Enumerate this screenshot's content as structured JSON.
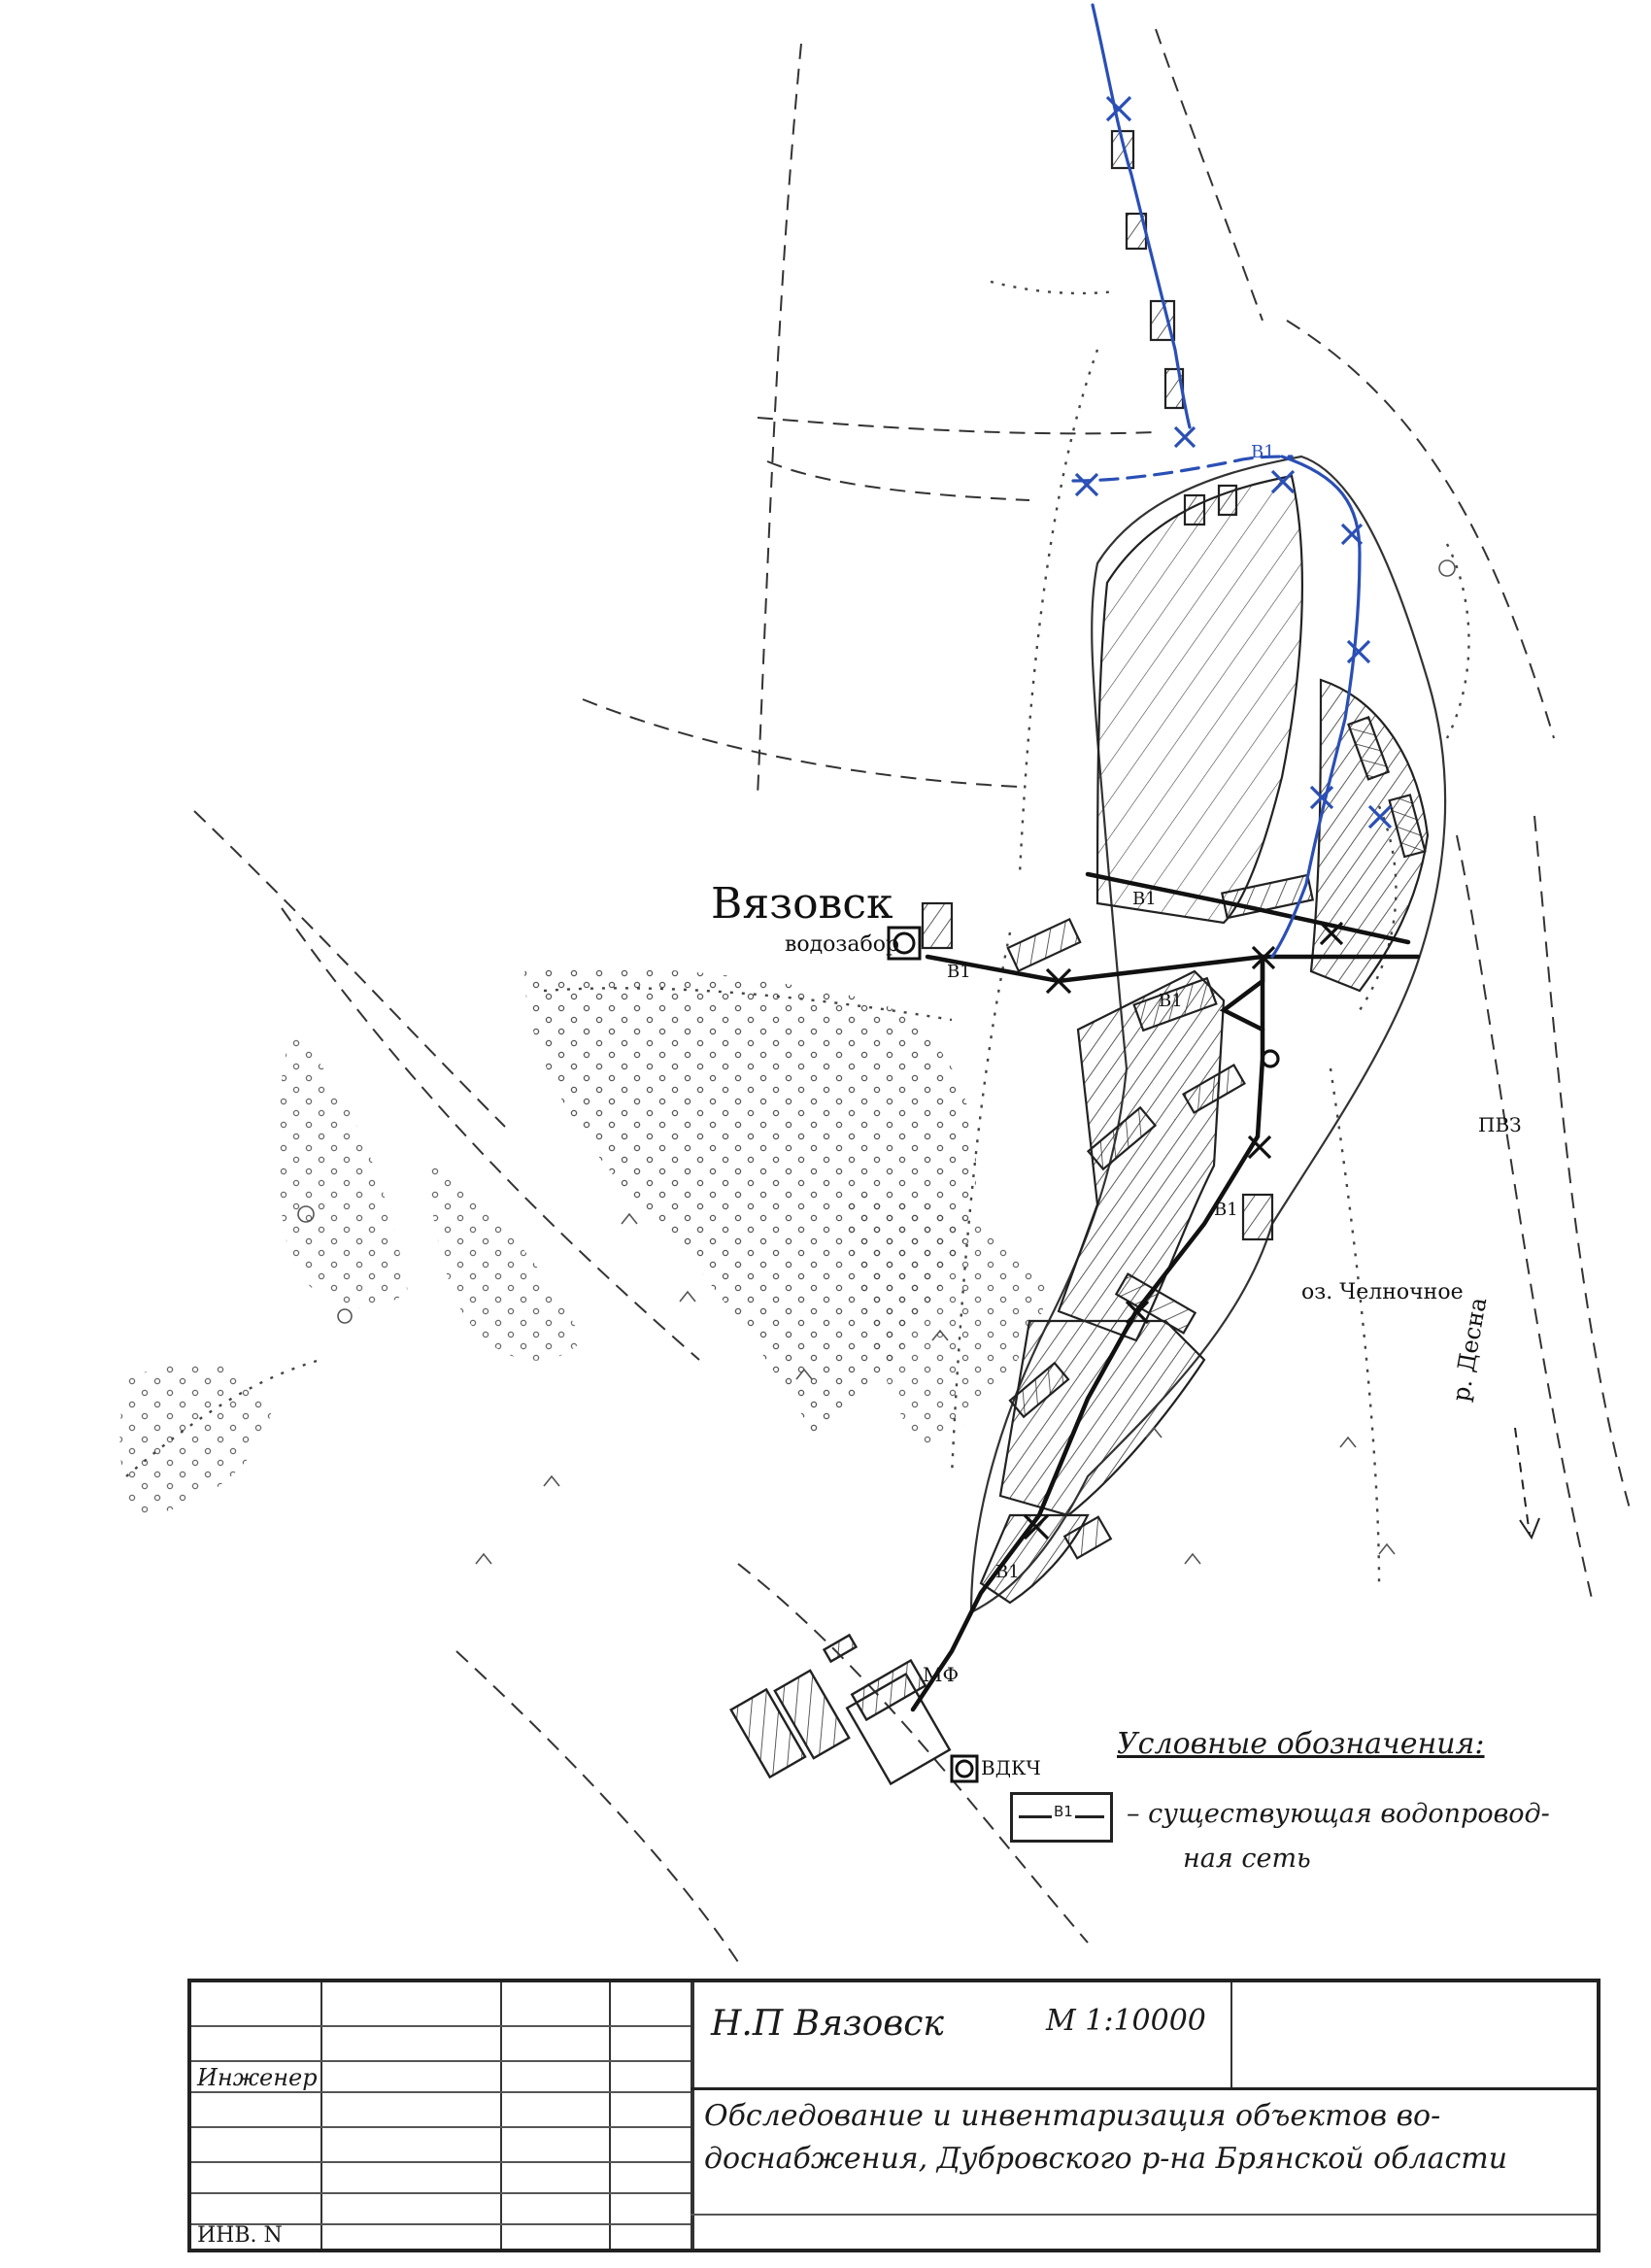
{
  "map": {
    "village_label": "Вязовск",
    "water_tower_label": "водозабор",
    "pipe_code": "В1",
    "lake_label": "оз. Челночное",
    "river_label": "р. Десна",
    "road_label": "ПВЗ",
    "farm_label": "МФ",
    "tower2_label": "ВДКЧ"
  },
  "legend": {
    "title": "Условные обозначения:",
    "symbol_code": "В1",
    "item_line1": "– существующая водопровод-",
    "item_line2": "ная сеть"
  },
  "stamp": {
    "engineer_label": "Инженер",
    "inv_label": "ИНВ. N",
    "place": "Н.П Вязовск",
    "scale": "М 1:10000",
    "desc_line1": "Обследование и инвентаризация объектов во-",
    "desc_line2": "доснабжения, Дубровского р-на Брянской области"
  },
  "colors": {
    "ink": "#1a1a1a",
    "network_blue": "#2a4fb5",
    "paper": "#ffffff"
  }
}
